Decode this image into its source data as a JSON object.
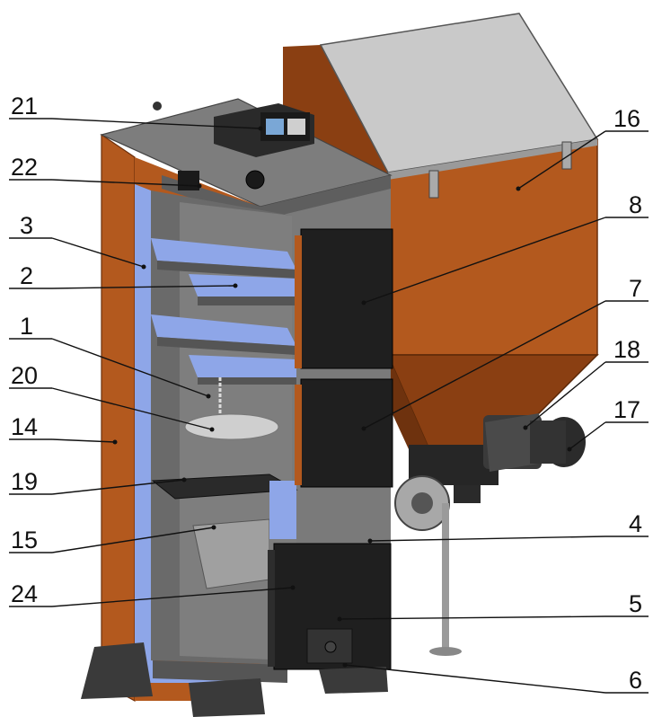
{
  "labels": {
    "l1": "1",
    "l2": "2",
    "l3": "3",
    "l4": "4",
    "l5": "5",
    "l6": "6",
    "l7": "7",
    "l8": "8",
    "l14": "14",
    "l15": "15",
    "l16": "16",
    "l17": "17",
    "l18": "18",
    "l19": "19",
    "l20": "20",
    "l21": "21",
    "l22": "22",
    "l24": "24"
  },
  "colors": {
    "steel_orange": "#b3591e",
    "steel_orange_dark": "#8a3f12",
    "insulation_blue": "#8ea6e8",
    "door_black": "#1f1f1f",
    "interior_gray": "#6a6a6a",
    "top_gray": "#7d7d7d",
    "lid_gray": "#c9c9c9"
  }
}
